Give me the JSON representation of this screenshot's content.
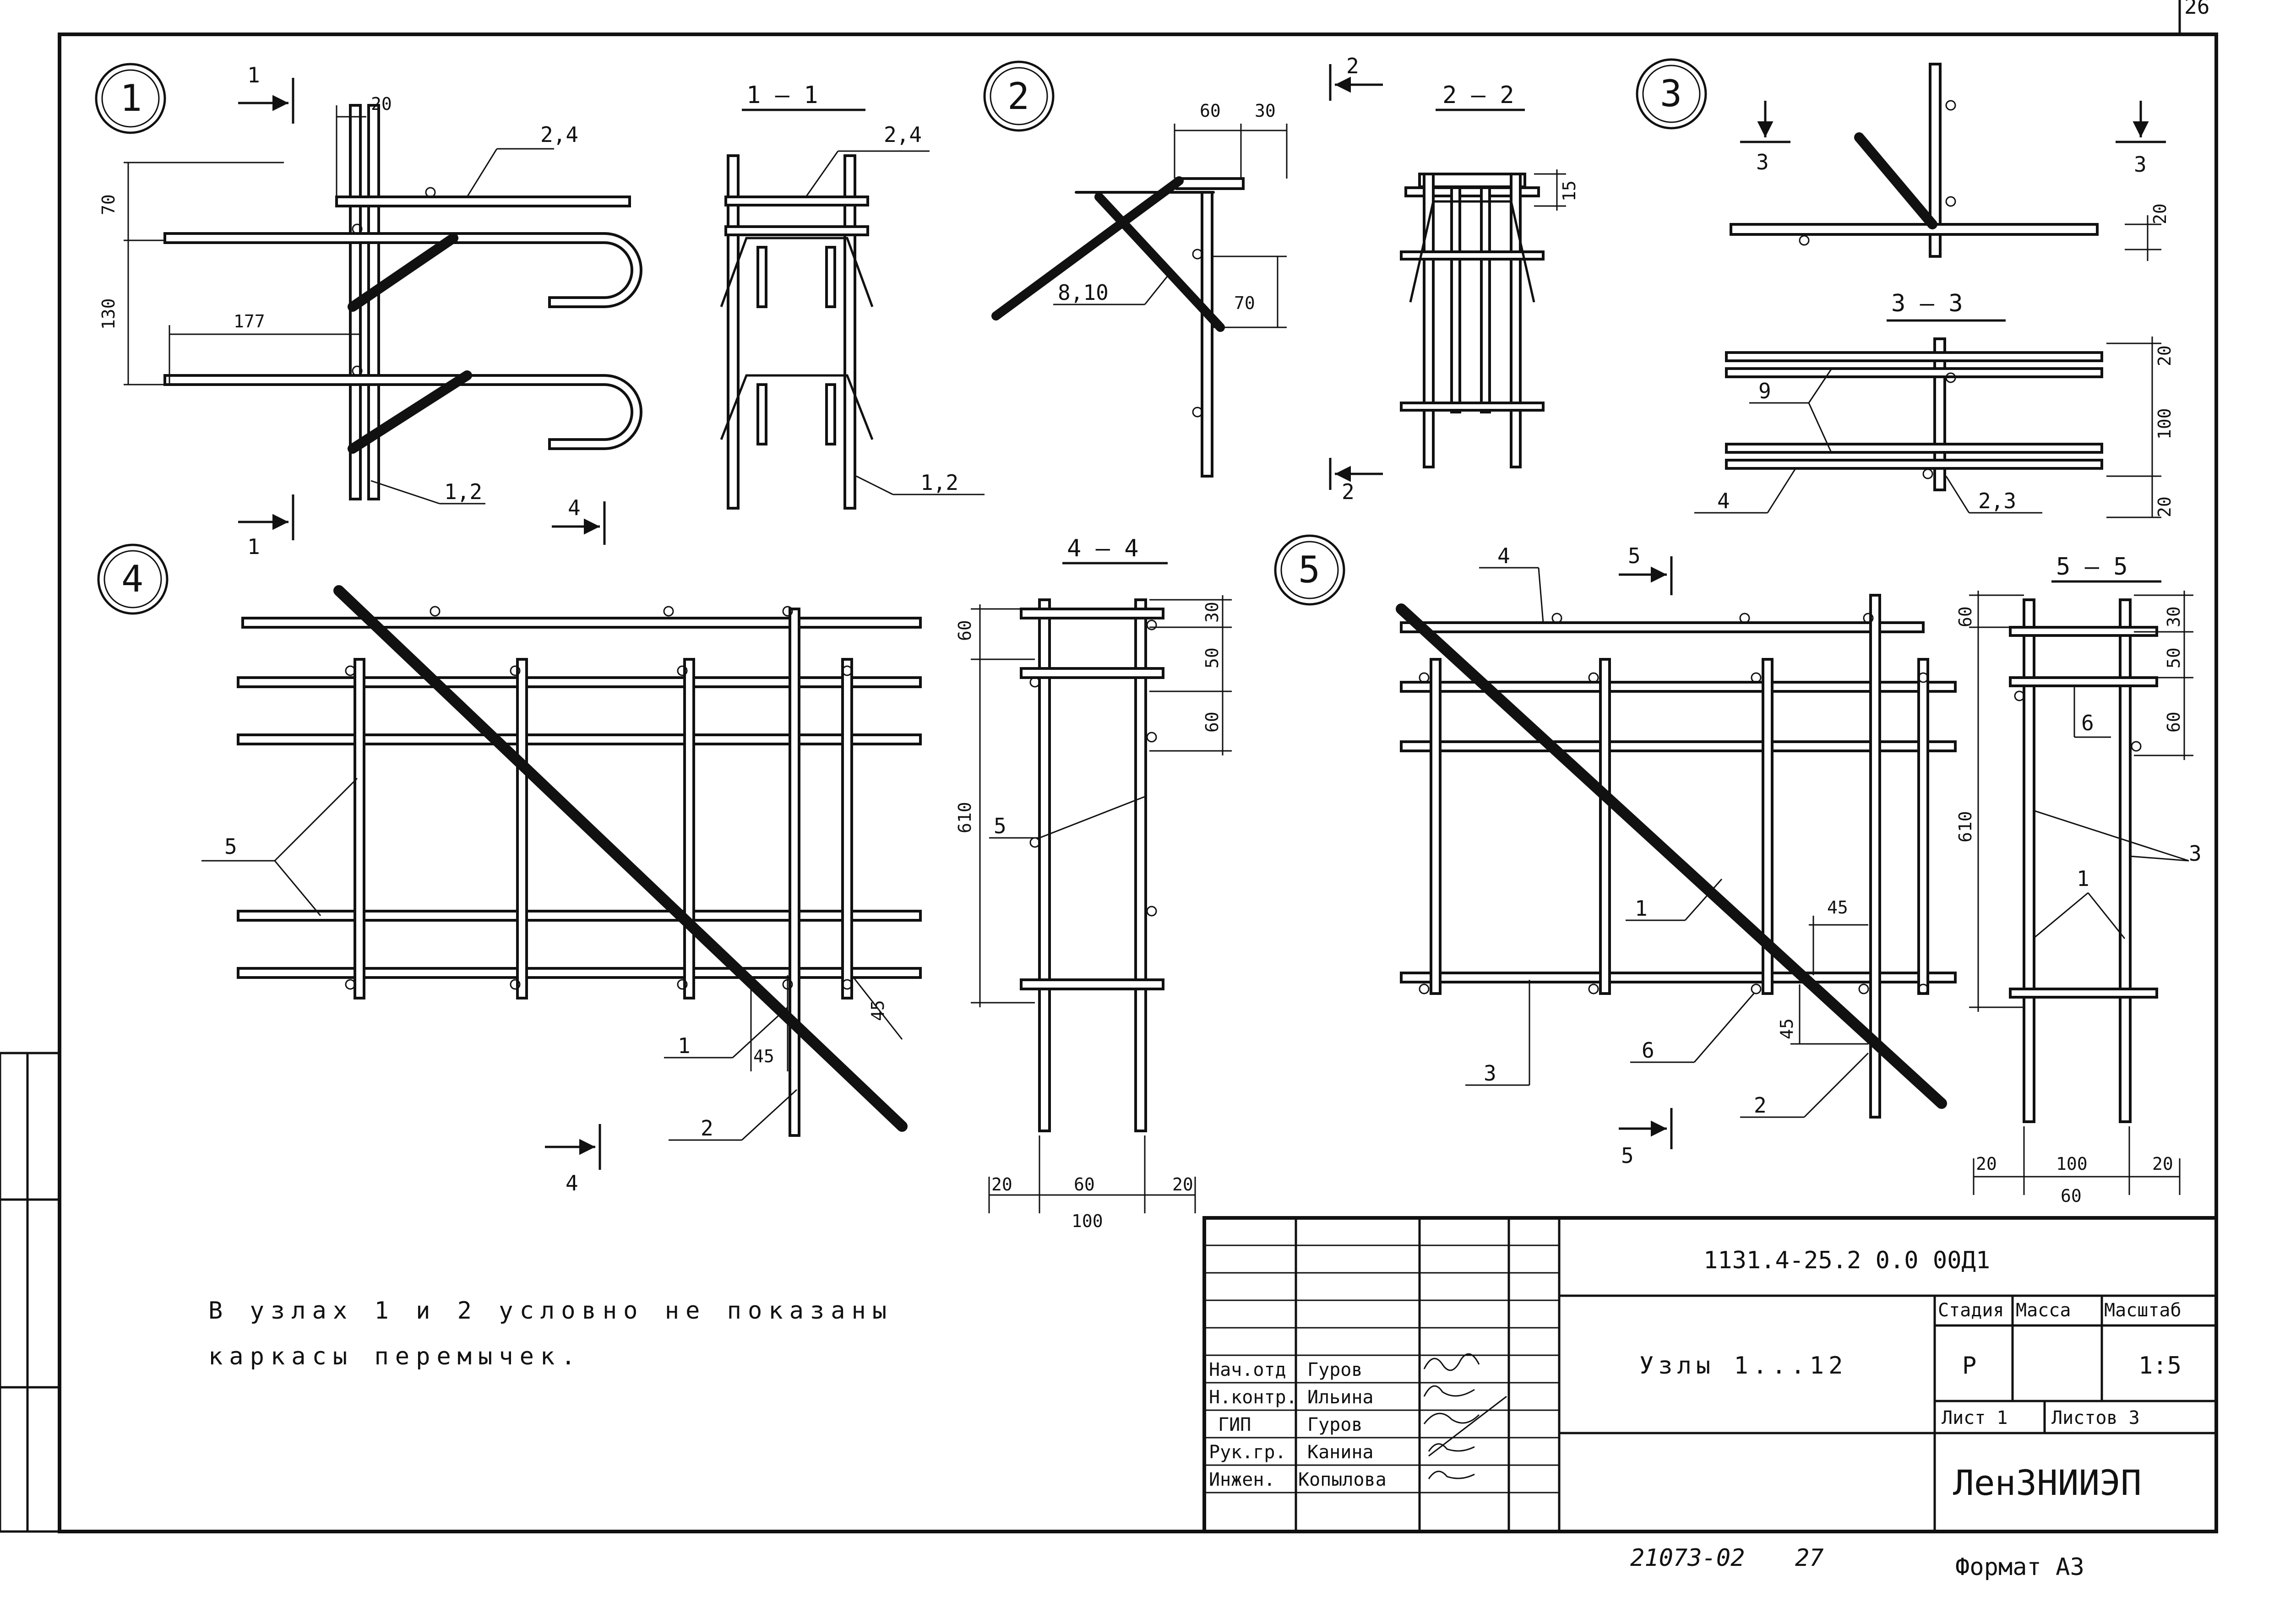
{
  "sheet": {
    "corner_number": "26",
    "doc_code": "1131.4-25.2 0.0 00Д1",
    "title": "Узлы 1...12",
    "org": "ЛенЗНИИЭП",
    "archive_number": "21073-02",
    "page": "27",
    "format": "Формат А3",
    "note_line1": "В узлах 1 и 2 условно не показаны",
    "note_line2": "каркасы перемычек.",
    "stage_header": "Стадия",
    "mass_header": "Масса",
    "scale_header": "Масштаб",
    "stage": "Р",
    "scale": "1:5",
    "sheet_label": "Лист 1",
    "sheets_label": "Листов 3"
  },
  "signatures": [
    {
      "role": "Нач.отд",
      "name": "Гуров"
    },
    {
      "role": "Н.контр.",
      "name": "Ильина"
    },
    {
      "role": "ГИП",
      "name": "Гуров"
    },
    {
      "role": "Рук.гр.",
      "name": "Канина"
    },
    {
      "role": "Инжен.",
      "name": "Копылова"
    }
  ],
  "nodes": {
    "n1": "1",
    "n2": "2",
    "n3": "3",
    "n4": "4",
    "n5": "5"
  },
  "sections": {
    "s11": "1 — 1",
    "s22": "2 — 2",
    "s33": "3 — 3",
    "s44": "4 — 4",
    "s55": "5 — 5"
  },
  "cut_marks": {
    "c1": "1",
    "c2": "2",
    "c3": "3",
    "c4": "4",
    "c5": "5"
  },
  "dims": {
    "d20": "20",
    "d70": "70",
    "d130": "130",
    "d177": "177",
    "d60": "60",
    "d30": "30",
    "d15": "15",
    "d100": "100",
    "d50": "50",
    "d610": "610",
    "d45": "45"
  },
  "pos_labels": {
    "p24": "2,4",
    "p12": "1,2",
    "p810": "8,10",
    "p23": "2,3",
    "p1": "1",
    "p2": "2",
    "p3": "3",
    "p4": "4",
    "p5": "5",
    "p6": "6",
    "p9": "9"
  }
}
